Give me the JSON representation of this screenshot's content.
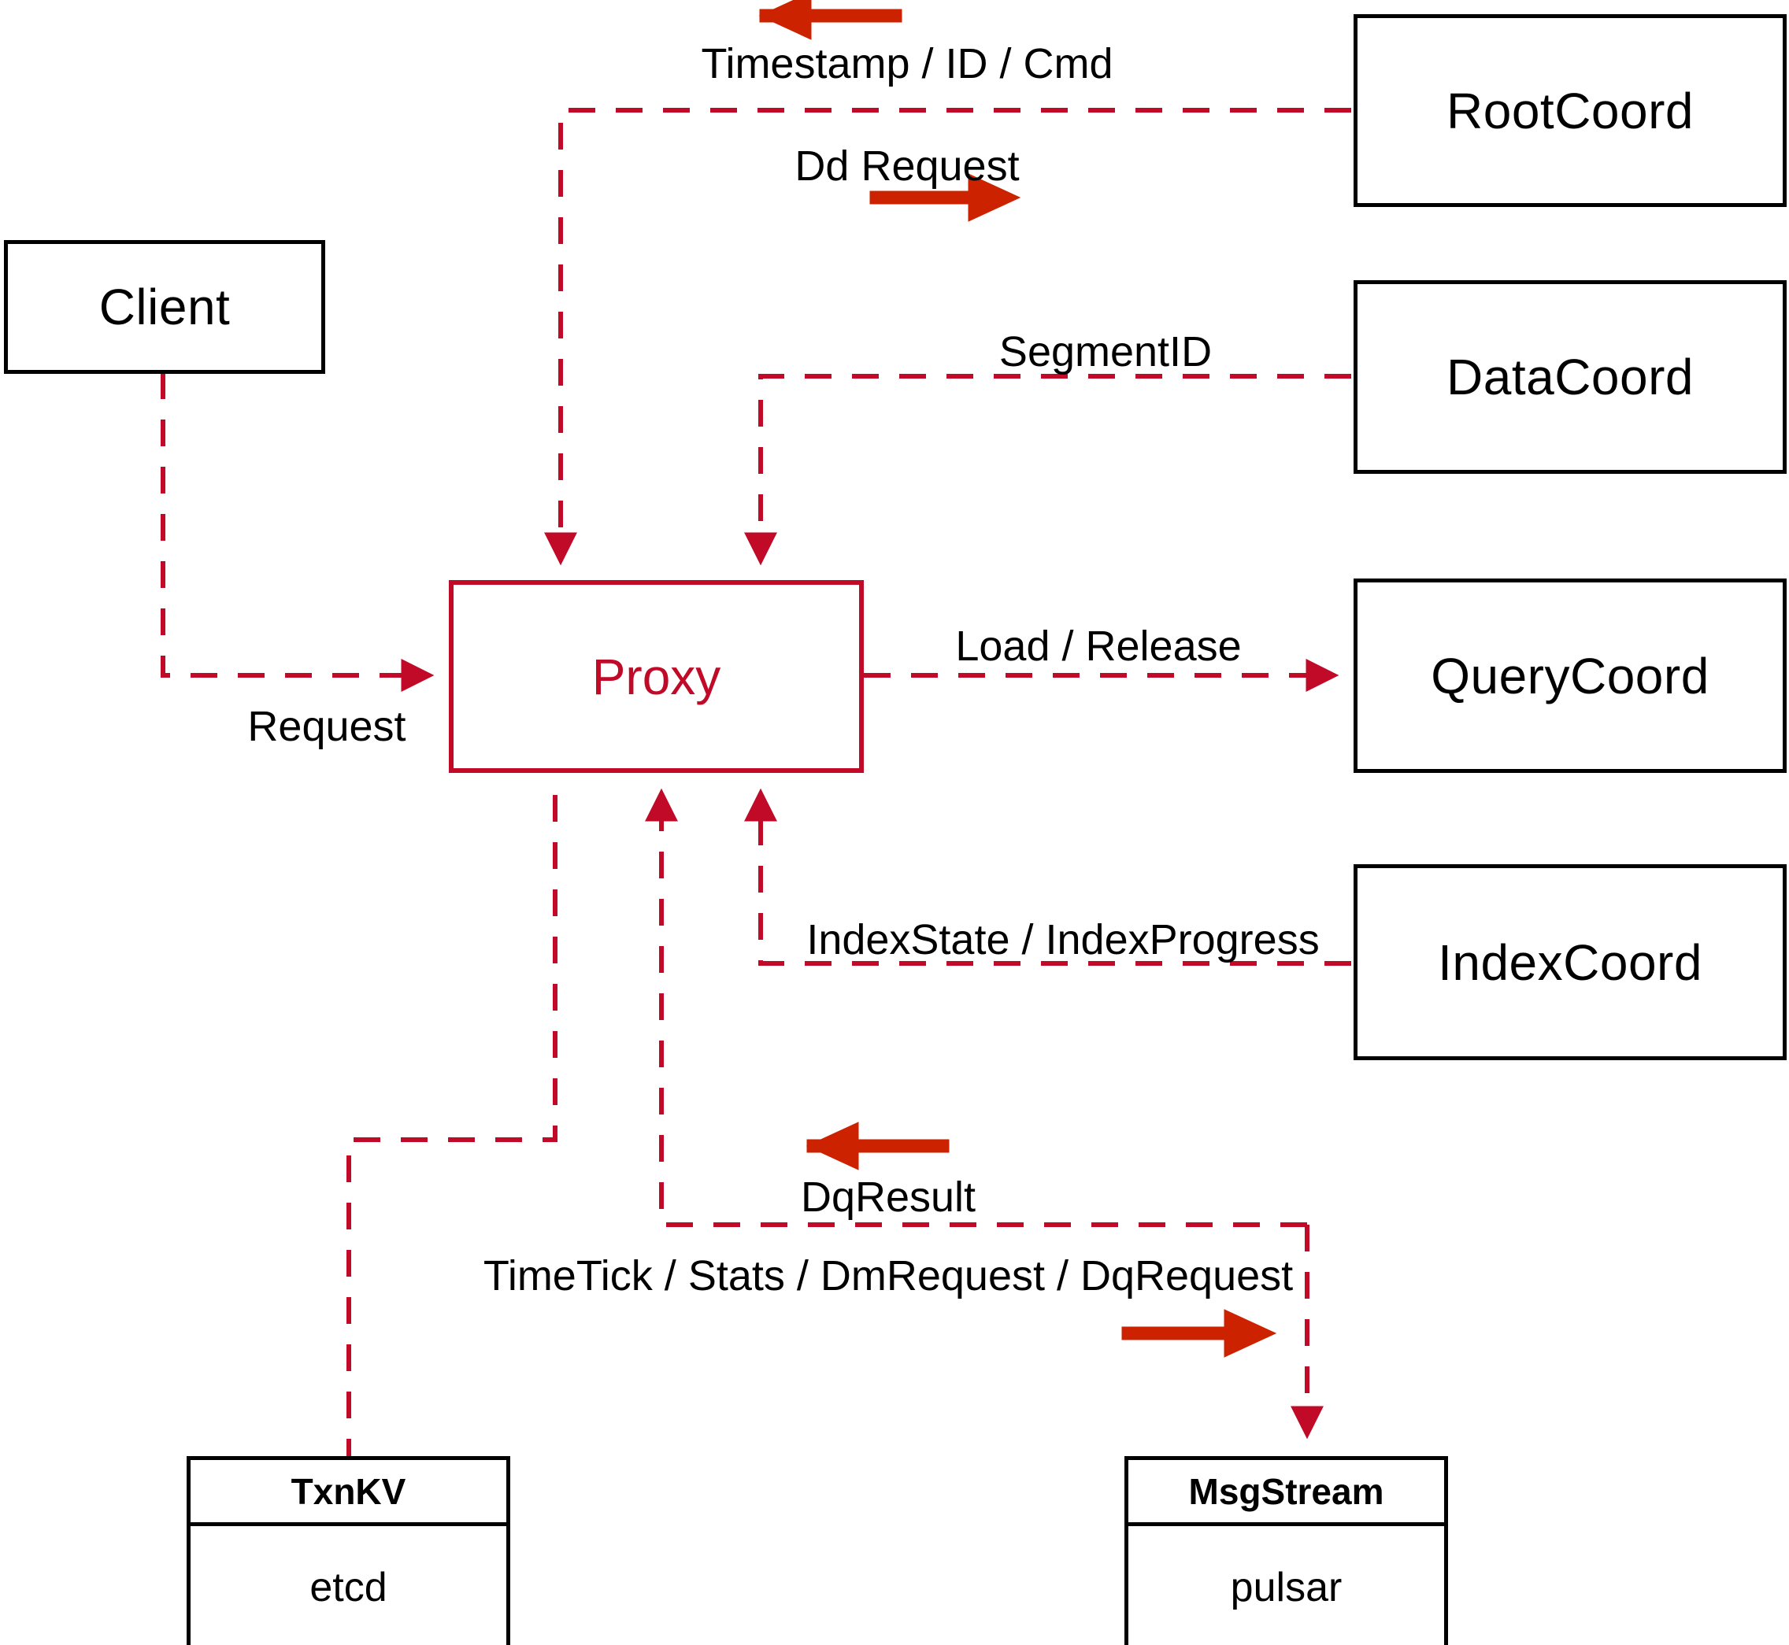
{
  "diagram": {
    "title": "Proxy component interaction diagram",
    "colors": {
      "accent": "#c00a27",
      "arrow_solid": "#cc2200",
      "box_border": "#000000",
      "background": "#ffffff"
    },
    "nodes": [
      {
        "id": "client",
        "label": "Client"
      },
      {
        "id": "proxy",
        "label": "Proxy"
      },
      {
        "id": "rootcoord",
        "label": "RootCoord"
      },
      {
        "id": "datacoord",
        "label": "DataCoord"
      },
      {
        "id": "querycoord",
        "label": "QueryCoord"
      },
      {
        "id": "indexcoord",
        "label": "IndexCoord"
      }
    ],
    "stores": [
      {
        "id": "txnkv",
        "head": "TxnKV",
        "body": "etcd"
      },
      {
        "id": "msgstream",
        "head": "MsgStream",
        "body": "pulsar"
      }
    ],
    "edges": [
      {
        "id": "timestamp-id-cmd",
        "label": "Timestamp / ID / Cmd",
        "from": "rootcoord",
        "to": "proxy",
        "direction": "left"
      },
      {
        "id": "dd-request",
        "label": "Dd Request",
        "from": "proxy",
        "to": "rootcoord",
        "direction": "right"
      },
      {
        "id": "segment-id",
        "label": "SegmentID",
        "from": "datacoord",
        "to": "proxy",
        "direction": "left"
      },
      {
        "id": "request",
        "label": "Request",
        "from": "client",
        "to": "proxy",
        "direction": "right"
      },
      {
        "id": "load-release",
        "label": "Load / Release",
        "from": "proxy",
        "to": "querycoord",
        "direction": "right"
      },
      {
        "id": "index-state",
        "label": "IndexState / IndexProgress",
        "from": "indexcoord",
        "to": "proxy",
        "direction": "left"
      },
      {
        "id": "dq-result",
        "label": "DqResult",
        "from": "msgstream",
        "to": "proxy",
        "direction": "left"
      },
      {
        "id": "timetick-stats",
        "label": "TimeTick / Stats / DmRequest / DqRequest",
        "from": "proxy",
        "to": "msgstream",
        "direction": "right"
      },
      {
        "id": "txnkv-link",
        "label": "",
        "from": "proxy",
        "to": "txnkv",
        "direction": "down"
      }
    ]
  }
}
